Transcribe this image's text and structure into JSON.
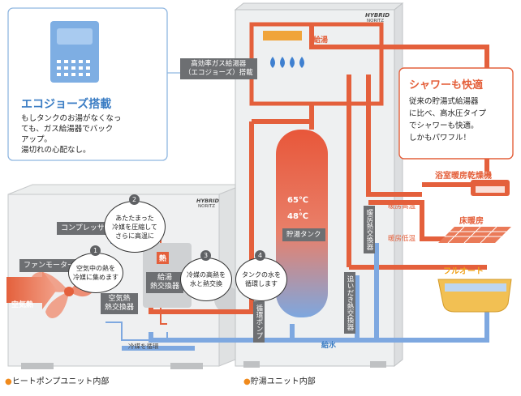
{
  "eco_box": {
    "title": "エコジョーズ搭載",
    "lines": [
      "もしタンクのお湯がなくなっ",
      "ても、ガス給湯器でバック",
      "アップ。",
      "湯切れの心配なし。"
    ]
  },
  "gas_heater_label": [
    "高効率ガス給湯器",
    "（エコジョーズ）搭載"
  ],
  "tank_unit": {
    "brand_top": "HYBRID",
    "brand_sub": "NORITZ",
    "supply_label": "給湯",
    "water_label": "給水",
    "temp_high": "65℃",
    "temp_dot": "・",
    "temp_low": "48℃",
    "tank_label": "貯湯タンク",
    "hx_heating": "暖房熱交換器",
    "hx_oidaki": "追いだき熱交換器",
    "pump_label": "循環ポンプ"
  },
  "heat_pump": {
    "brand_top": "HYBRID",
    "brand_sub": "NORITZ",
    "compressor": "コンプレッサー",
    "fan_motor": "ファンモーター",
    "air_heat": "空気熱",
    "air_hx": [
      "空気熱",
      "熱交換器"
    ],
    "supply_hx": [
      "給湯",
      "熱交換器"
    ],
    "heat_tag": "熱",
    "refrigerant_cycle": "冷媒を循環"
  },
  "steps": [
    {
      "num": "1",
      "text": "空気中の熱を\n冷媒に集めます"
    },
    {
      "num": "2",
      "text": "あたたまった\n冷媒を圧縮して\nさらに高温に"
    },
    {
      "num": "3",
      "text": "冷媒の高熱を\n水と熱交換"
    },
    {
      "num": "4",
      "text": "タンクの水を\n循環します"
    }
  ],
  "shower_box": {
    "title": "シャワーも快適",
    "lines": [
      "従来の貯湯式給湯器",
      "に比べ、高水圧タイプ",
      "でシャワーも快適。",
      "しかもパワフル！"
    ]
  },
  "destinations": {
    "bath_dryer": "浴室暖房乾燥機",
    "heating_high": "暖房高温",
    "floor_heating": "床暖房",
    "heating_low": "暖房低温",
    "full_auto": "フルオート"
  },
  "footer": {
    "hp_unit": "ヒートポンプユニット内部",
    "tank_unit": "貯湯ユニット内部"
  },
  "colors": {
    "hot": "#e4603c",
    "cold": "#7ea8e0",
    "gray_label": "#6d6f72",
    "accent_blue": "#3b7dc4",
    "footer_dot": "#f08a1c"
  }
}
